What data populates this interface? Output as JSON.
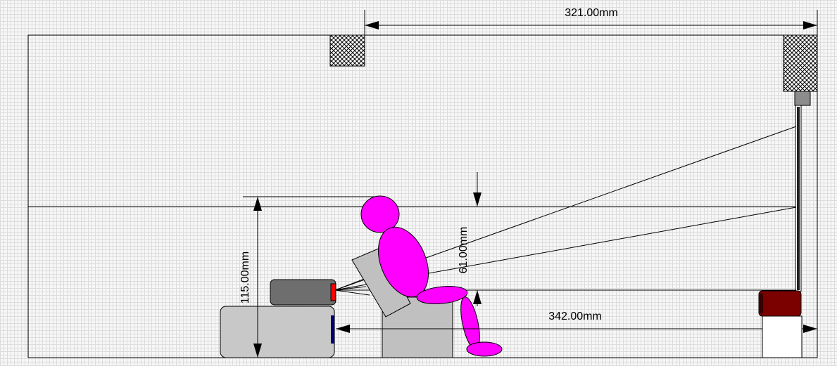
{
  "dimensions": {
    "top_width": "321.00mm",
    "projector_throw": "342.00mm",
    "eye_height": "115.00mm",
    "eye_to_horizon": "61.00mm"
  },
  "colors": {
    "figure": "#ff00ff",
    "chair": "#c0c0c0",
    "projector_body": "#6e6e6e",
    "projector_lens": "#ff0000",
    "cabinet": "#c8c8c8",
    "speaker": "#7b0000",
    "screen": "#202020",
    "panel_accent": "#00006e"
  }
}
